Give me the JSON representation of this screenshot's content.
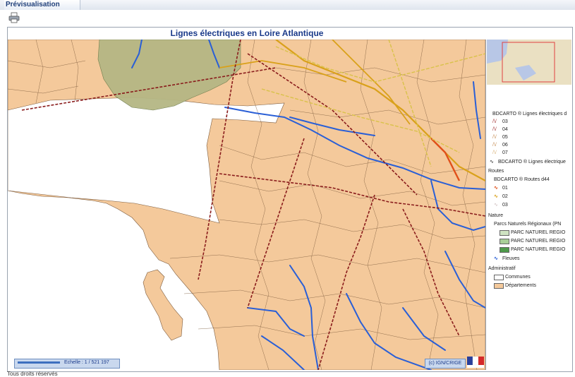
{
  "window": {
    "tab_label": "Prévisualisation"
  },
  "map": {
    "title": "Lignes électriques en Loire Atlantique",
    "scale_label": "Echelle : 1 / 521 197",
    "copyright": "(c) IGN/CRIGE",
    "footer": "Tous droits réservés",
    "colors": {
      "land": "#f4c99b",
      "park": "#b5b784",
      "river": "#2a5fd6",
      "power_line": "#8a1c1c",
      "road_01": "#e0501a",
      "road_02": "#d9a11a",
      "road_03": "#efe1a3"
    }
  },
  "legend": {
    "group_lines": "BDCARTO ® Lignes électriques d",
    "lines": [
      "03",
      "04",
      "05",
      "06",
      "07"
    ],
    "lines_other": "BDCARTO ® Lignes électrique",
    "group_roads": "Routes",
    "roads_source": "BDCARTO ® Routes d44",
    "roads": [
      "01",
      "02",
      "03"
    ],
    "group_nature": "Nature",
    "parks_title": "Parcs Naturels Régionaux (PN",
    "parks": [
      "PARC NATUREL REGIO",
      "PARC NATUREL REGIO",
      "PARC NATUREL REGIO"
    ],
    "rivers": "Fleuves",
    "group_admin": "Administratif",
    "communes": "Communes",
    "departements": "Départements"
  }
}
